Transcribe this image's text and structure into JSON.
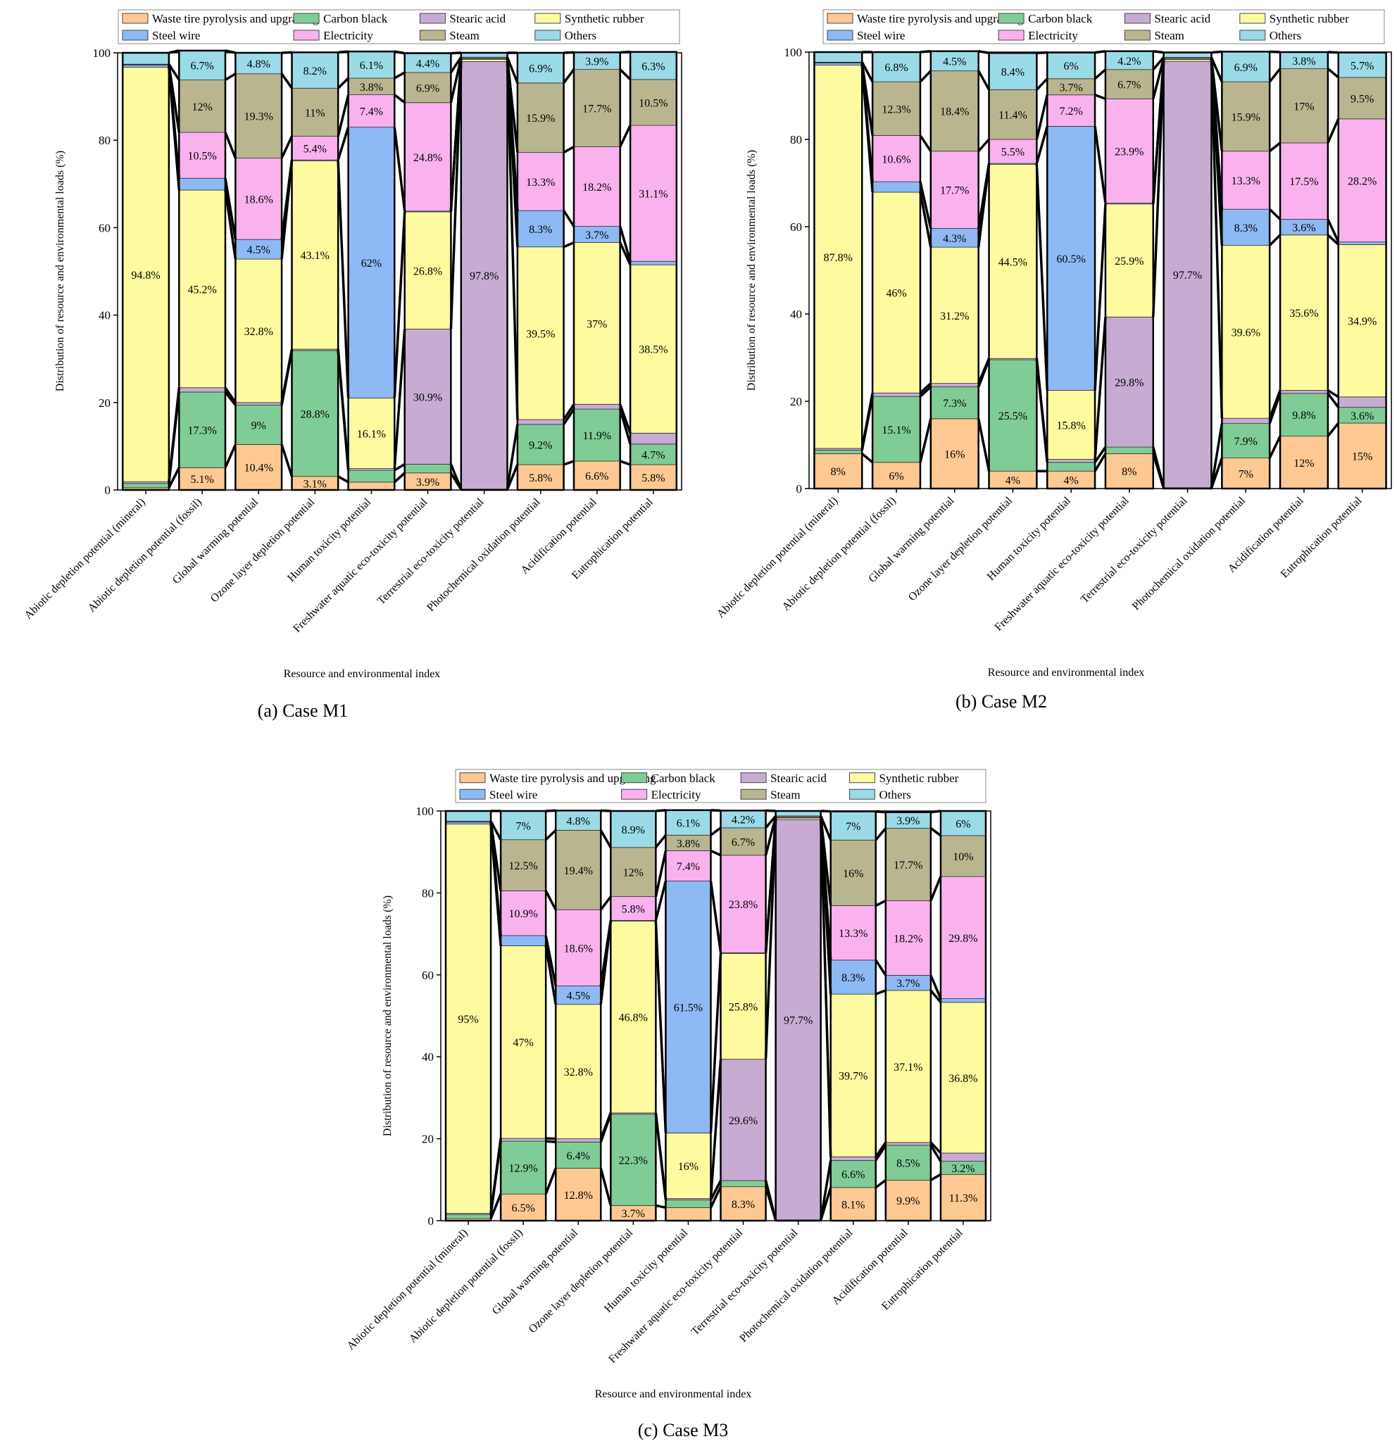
{
  "legend": [
    {
      "name": "Waste tire pyrolysis and upgrading",
      "color": "#fdc892"
    },
    {
      "name": "Steel wire",
      "color": "#8db9f4"
    },
    {
      "name": "Carbon black",
      "color": "#7fcc96"
    },
    {
      "name": "Electricity",
      "color": "#f9b2ee"
    },
    {
      "name": "Stearic acid",
      "color": "#c7abd3"
    },
    {
      "name": "Steam",
      "color": "#b9b58f"
    },
    {
      "name": "Synthetic rubber",
      "color": "#fdfa9f"
    },
    {
      "name": "Others",
      "color": "#9adbe7"
    }
  ],
  "chart_data": [
    {
      "type": "bar",
      "stacked": true,
      "title": "(a)  Case M1",
      "xlabel": "Resource and environmental index",
      "ylabel": "Distribution of resource and environmental loads (%)",
      "ylim": [
        0,
        100
      ],
      "yticks": [
        0,
        20,
        40,
        60,
        80,
        100
      ],
      "categories": [
        "Abiotic depletion potential (mineral)",
        "Abiotic depletion potential (fossil)",
        "Global warming potential",
        "Ozone layer depletion potential",
        "Human toxicity potential",
        "Freshwater aquatic eco-toxicity potential",
        "Terrestrial eco-toxicity potential",
        "Photochemical oxidation potential",
        "Acidification potential",
        "Eutrophication potential"
      ],
      "series": [
        {
          "name": "Waste tire pyrolysis and upgrading",
          "values": [
            0.5,
            5.1,
            10.4,
            3.1,
            1.8,
            3.9,
            0.1,
            5.8,
            6.6,
            5.8
          ],
          "labels": [
            "",
            "5.1%",
            "10.4%",
            "3.1%",
            "",
            "3.9%",
            "",
            "5.8%",
            "6.6%",
            "5.8%"
          ]
        },
        {
          "name": "Carbon black",
          "values": [
            1.0,
            17.3,
            9.0,
            28.8,
            2.7,
            2.0,
            0.1,
            9.2,
            11.9,
            4.7
          ],
          "labels": [
            "",
            "17.3%",
            "9%",
            "28.8%",
            "",
            "",
            "",
            "9.2%",
            "11.9%",
            "4.7%"
          ]
        },
        {
          "name": "Stearic acid",
          "values": [
            0.4,
            1.0,
            0.6,
            0.3,
            0.4,
            30.9,
            97.8,
            1.1,
            1.1,
            2.5
          ],
          "labels": [
            "",
            "",
            "",
            "",
            "",
            "30.9%",
            "97.8%",
            "",
            "",
            ""
          ]
        },
        {
          "name": "Synthetic rubber",
          "values": [
            94.8,
            45.2,
            32.8,
            43.1,
            16.1,
            26.8,
            0.5,
            39.5,
            37.0,
            38.5
          ],
          "labels": [
            "94.8%",
            "45.2%",
            "32.8%",
            "43.1%",
            "16.1%",
            "26.8%",
            "",
            "39.5%",
            "37%",
            "38.5%"
          ]
        },
        {
          "name": "Steel wire",
          "values": [
            0.5,
            2.7,
            4.5,
            0.2,
            62.0,
            0.2,
            0.1,
            8.3,
            3.7,
            0.8
          ],
          "labels": [
            "",
            "",
            "4.5%",
            "",
            "62%",
            "",
            "",
            "8.3%",
            "3.7%",
            ""
          ]
        },
        {
          "name": "Electricity",
          "values": [
            0.1,
            10.5,
            18.6,
            5.4,
            7.4,
            24.8,
            0.2,
            13.3,
            18.2,
            31.1
          ],
          "labels": [
            "",
            "10.5%",
            "18.6%",
            "5.4%",
            "7.4%",
            "24.8%",
            "",
            "13.3%",
            "18.2%",
            "31.1%"
          ]
        },
        {
          "name": "Steam",
          "values": [
            0.1,
            12.0,
            19.3,
            11.0,
            3.8,
            6.9,
            0.2,
            15.9,
            17.7,
            10.5
          ],
          "labels": [
            "",
            "12%",
            "19.3%",
            "11%",
            "3.8%",
            "6.9%",
            "",
            "15.9%",
            "17.7%",
            "10.5%"
          ]
        },
        {
          "name": "Others",
          "values": [
            2.6,
            6.7,
            4.8,
            8.2,
            6.1,
            4.4,
            1.0,
            6.9,
            3.9,
            6.3
          ],
          "labels": [
            "",
            "6.7%",
            "4.8%",
            "8.2%",
            "6.1%",
            "4.4%",
            "",
            "6.9%",
            "3.9%",
            "6.3%"
          ]
        }
      ]
    },
    {
      "type": "bar",
      "stacked": true,
      "title": "(b)  Case M2",
      "xlabel": "Resource and environmental index",
      "ylabel": "Distribution of resource and environmental loads (%)",
      "ylim": [
        0,
        100
      ],
      "yticks": [
        0,
        20,
        40,
        60,
        80,
        100
      ],
      "categories": [
        "Abiotic depletion potential (mineral)",
        "Abiotic depletion potential (fossil)",
        "Global warming potential",
        "Ozone layer depletion potential",
        "Human toxicity potential",
        "Freshwater aquatic eco-toxicity potential",
        "Terrestrial eco-toxicity potential",
        "Photochemical oxidation potential",
        "Acidification potential",
        "Eutrophication potential"
      ],
      "series": [
        {
          "name": "Waste tire pyrolysis and upgrading",
          "values": [
            8.0,
            6.0,
            16.0,
            4.0,
            4.0,
            8.0,
            0.1,
            7.0,
            12.0,
            15.0
          ],
          "labels": [
            "8%",
            "6%",
            "16%",
            "4%",
            "4%",
            "8%",
            "",
            "7%",
            "12%",
            "15%"
          ]
        },
        {
          "name": "Carbon black",
          "values": [
            0.8,
            15.1,
            7.3,
            25.5,
            2.0,
            1.5,
            0.1,
            7.9,
            9.8,
            3.6
          ],
          "labels": [
            "",
            "15.1%",
            "7.3%",
            "25.5%",
            "",
            "",
            "",
            "7.9%",
            "9.8%",
            "3.6%"
          ]
        },
        {
          "name": "Stearic acid",
          "values": [
            0.4,
            0.8,
            0.8,
            0.3,
            0.7,
            29.8,
            97.7,
            1.2,
            0.7,
            2.4
          ],
          "labels": [
            "",
            "",
            "",
            "",
            "",
            "29.8%",
            "97.7%",
            "",
            "",
            ""
          ]
        },
        {
          "name": "Synthetic rubber",
          "values": [
            87.8,
            46.0,
            31.2,
            44.5,
            15.8,
            25.9,
            0.4,
            39.6,
            35.6,
            34.9
          ],
          "labels": [
            "87.8%",
            "46%",
            "31.2%",
            "44.5%",
            "15.8%",
            "25.9%",
            "",
            "39.6%",
            "35.6%",
            "34.9%"
          ]
        },
        {
          "name": "Steel wire",
          "values": [
            0.5,
            2.4,
            4.3,
            0.2,
            60.5,
            0.2,
            0.1,
            8.3,
            3.6,
            0.6
          ],
          "labels": [
            "",
            "",
            "4.3%",
            "",
            "60.5%",
            "",
            "",
            "8.3%",
            "3.6%",
            ""
          ]
        },
        {
          "name": "Electricity",
          "values": [
            0.1,
            10.6,
            17.7,
            5.5,
            7.2,
            23.9,
            0.2,
            13.3,
            17.5,
            28.2
          ],
          "labels": [
            "",
            "10.6%",
            "17.7%",
            "5.5%",
            "7.2%",
            "23.9%",
            "",
            "13.3%",
            "17.5%",
            "28.2%"
          ]
        },
        {
          "name": "Steam",
          "values": [
            0.1,
            12.3,
            18.4,
            11.4,
            3.7,
            6.7,
            0.2,
            15.9,
            17.0,
            9.5
          ],
          "labels": [
            "",
            "12.3%",
            "18.4%",
            "11.4%",
            "3.7%",
            "6.7%",
            "",
            "15.9%",
            "17%",
            "9.5%"
          ]
        },
        {
          "name": "Others",
          "values": [
            2.3,
            6.8,
            4.5,
            8.4,
            6.0,
            4.2,
            1.1,
            6.9,
            3.8,
            5.7
          ],
          "labels": [
            "",
            "6.8%",
            "4.5%",
            "8.4%",
            "6%",
            "4.2%",
            "",
            "6.9%",
            "3.8%",
            "5.7%"
          ]
        }
      ]
    },
    {
      "type": "bar",
      "stacked": true,
      "title": "(c)  Case M3",
      "xlabel": "Resource and environmental index",
      "ylabel": "Distribution of resource and environmental loads (%)",
      "ylim": [
        0,
        100
      ],
      "yticks": [
        0,
        20,
        40,
        60,
        80,
        100
      ],
      "categories": [
        "Abiotic depletion potential (mineral)",
        "Abiotic depletion potential (fossil)",
        "Global warming potential",
        "Ozone layer depletion potential",
        "Human toxicity potential",
        "Freshwater aquatic eco-toxicity potential",
        "Terrestrial eco-toxicity potential",
        "Photochemical oxidation potential",
        "Acidification potential",
        "Eutrophication potential"
      ],
      "series": [
        {
          "name": "Waste tire pyrolysis and upgrading",
          "values": [
            0.5,
            6.5,
            12.8,
            3.7,
            3.2,
            8.3,
            0.1,
            8.1,
            9.9,
            11.3
          ],
          "labels": [
            "",
            "6.5%",
            "12.8%",
            "3.7%",
            "",
            "8.3%",
            "",
            "8.1%",
            "9.9%",
            "11.3%"
          ]
        },
        {
          "name": "Carbon black",
          "values": [
            1.0,
            12.9,
            6.4,
            22.3,
            1.9,
            1.5,
            0.1,
            6.6,
            8.5,
            3.2
          ],
          "labels": [
            "",
            "12.9%",
            "6.4%",
            "22.3%",
            "",
            "",
            "",
            "6.6%",
            "8.5%",
            "3.2%"
          ]
        },
        {
          "name": "Stearic acid",
          "values": [
            0.3,
            0.7,
            0.8,
            0.3,
            0.3,
            29.6,
            97.7,
            0.9,
            0.7,
            2.0
          ],
          "labels": [
            "",
            "",
            "",
            "",
            "",
            "29.6%",
            "97.7%",
            "",
            "",
            ""
          ]
        },
        {
          "name": "Synthetic rubber",
          "values": [
            95.0,
            47.0,
            32.8,
            46.8,
            16.0,
            25.8,
            0.4,
            39.7,
            37.1,
            36.8
          ],
          "labels": [
            "95%",
            "47%",
            "32.8%",
            "46.8%",
            "16%",
            "25.8%",
            "",
            "39.7%",
            "37.1%",
            "36.8%"
          ]
        },
        {
          "name": "Steel wire",
          "values": [
            0.5,
            2.5,
            4.5,
            0.2,
            61.5,
            0.2,
            0.1,
            8.3,
            3.7,
            0.9
          ],
          "labels": [
            "",
            "",
            "4.5%",
            "",
            "61.5%",
            "",
            "",
            "8.3%",
            "3.7%",
            ""
          ]
        },
        {
          "name": "Electricity",
          "values": [
            0.1,
            10.9,
            18.6,
            5.8,
            7.4,
            23.8,
            0.2,
            13.3,
            18.2,
            29.8
          ],
          "labels": [
            "",
            "10.9%",
            "18.6%",
            "5.8%",
            "7.4%",
            "23.8%",
            "",
            "13.3%",
            "18.2%",
            "29.8%"
          ]
        },
        {
          "name": "Steam",
          "values": [
            0.1,
            12.5,
            19.4,
            12.0,
            3.8,
            6.7,
            0.2,
            16.0,
            17.7,
            10.0
          ],
          "labels": [
            "",
            "12.5%",
            "19.4%",
            "12%",
            "3.8%",
            "6.7%",
            "",
            "16%",
            "17.7%",
            "10%"
          ]
        },
        {
          "name": "Others",
          "values": [
            2.5,
            7.0,
            4.8,
            8.9,
            6.1,
            4.2,
            1.2,
            7.0,
            3.9,
            6.0
          ],
          "labels": [
            "",
            "7%",
            "4.8%",
            "8.9%",
            "6.1%",
            "4.2%",
            "",
            "7%",
            "3.9%",
            "6%"
          ]
        }
      ]
    }
  ]
}
